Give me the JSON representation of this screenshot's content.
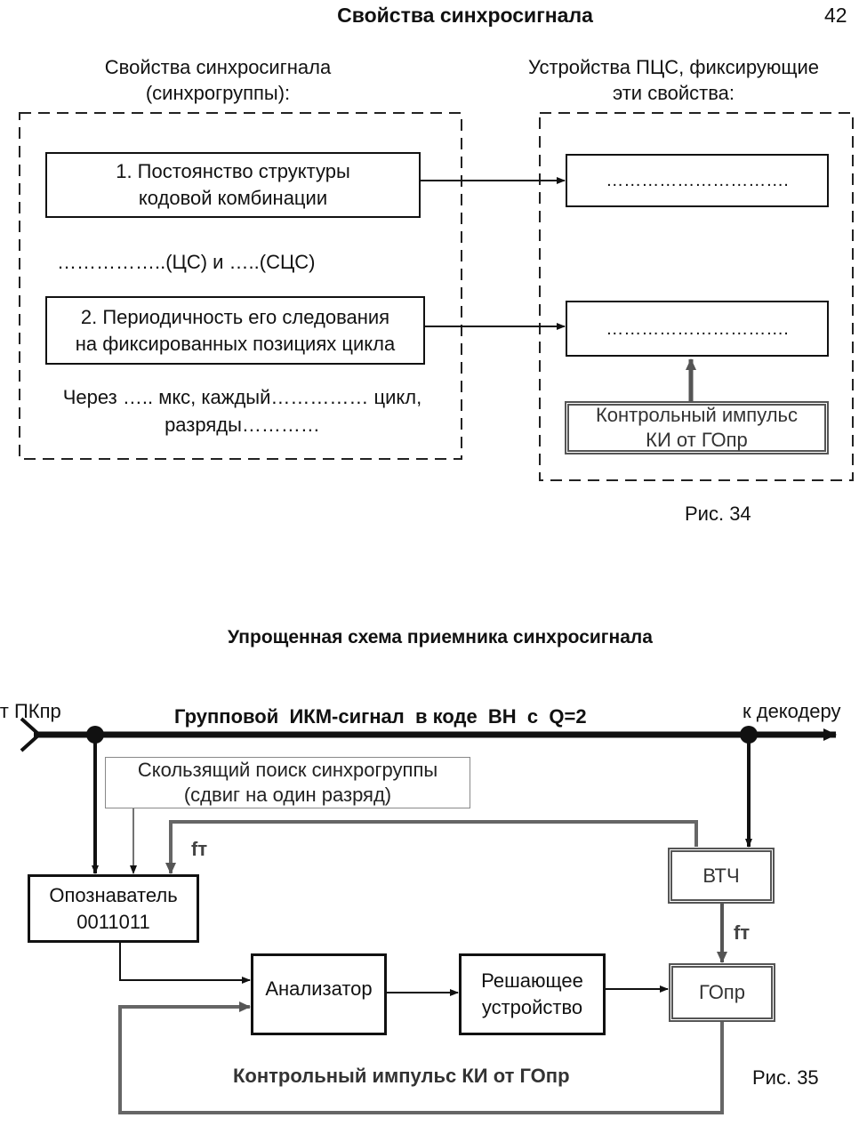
{
  "header": {
    "title": "Свойства синхросигнала",
    "page_number": "42"
  },
  "fig34": {
    "left_heading": [
      "Свойства синхросигнала",
      "(синхрогруппы):"
    ],
    "right_heading": [
      "Устройства ПЦС, фиксирующие",
      "эти свойства:"
    ],
    "prop1": [
      "1. Постоянство структуры",
      "кодовой комбинации"
    ],
    "between_text": "……………..(ЦС) и …..(СЦС)",
    "prop2": [
      "2. Периодичность его следования",
      "на фиксированных позициях цикла"
    ],
    "period_text": [
      "Через ….. мкс, каждый…………… цикл,",
      "разряды…………"
    ],
    "device1": "………………………….",
    "device2": "………………………….",
    "control_pulse": [
      "Контрольный импульс",
      "КИ от ГОпр"
    ],
    "caption": "Рис. 34"
  },
  "fig35": {
    "title": "Упрощенная схема приемника синхросигнала",
    "from_label": "от ПКпр",
    "signal_label": "Групповой  ИКМ-сигнал  в коде  ВН  с  Q=2",
    "to_label": "к декодеру",
    "search": [
      "Скользящий поиск синхрогруппы",
      "(сдвиг на один разряд)"
    ],
    "ft_label_1": "fт",
    "ft_label_2": "fт",
    "recognizer": [
      "Опознаватель",
      "0011011"
    ],
    "vtch": "ВТЧ",
    "analyzer": "Анализатор",
    "decider": [
      "Решающее",
      "устройство"
    ],
    "gopr": "ГОпр",
    "feedback": "Контрольный импульс КИ от ГОпр",
    "caption": "Рис. 35"
  }
}
